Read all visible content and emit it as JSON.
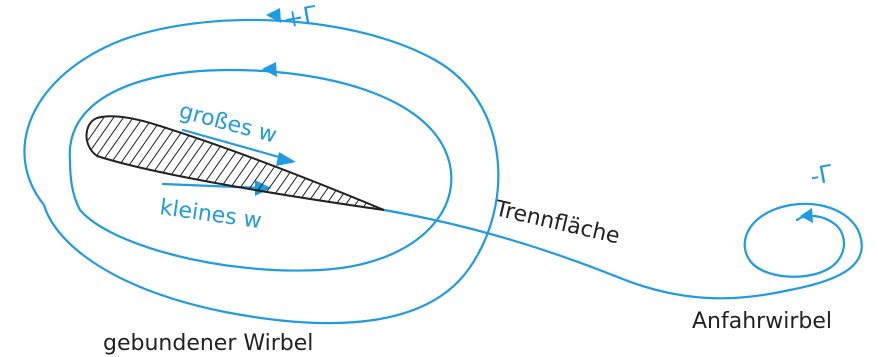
{
  "labels": {
    "circulation_positive": "+Γ",
    "circulation_negative": "-Γ",
    "upper_side": "großes w",
    "lower_side": "kleines w",
    "separation_surface": "Trennfläche",
    "starting_vortex": "Anfahrwirbel",
    "bound_vortex": "gebundener Wirbel"
  },
  "colors": {
    "flow_lines": "#1f9be0",
    "airfoil_outline": "#222222",
    "text": "#222222"
  }
}
